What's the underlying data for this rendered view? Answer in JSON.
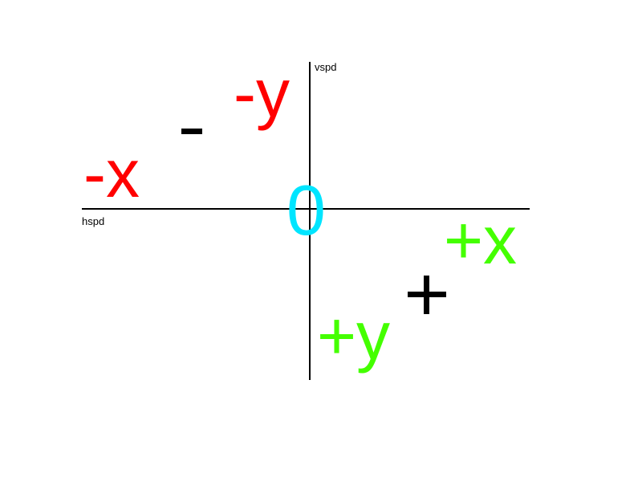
{
  "axes": {
    "horizontal_label": "hspd",
    "vertical_label": "vspd"
  },
  "labels": {
    "negative_x": "-x",
    "negative_y": "-y",
    "positive_x": "+x",
    "positive_y": "+y",
    "origin": "0"
  },
  "signs": {
    "negative": "minus",
    "positive": "plus"
  },
  "colors": {
    "negative": "#ff0000",
    "positive": "#44ff00",
    "origin": "#00e5ff",
    "axis": "#000000",
    "sign": "#000000"
  }
}
